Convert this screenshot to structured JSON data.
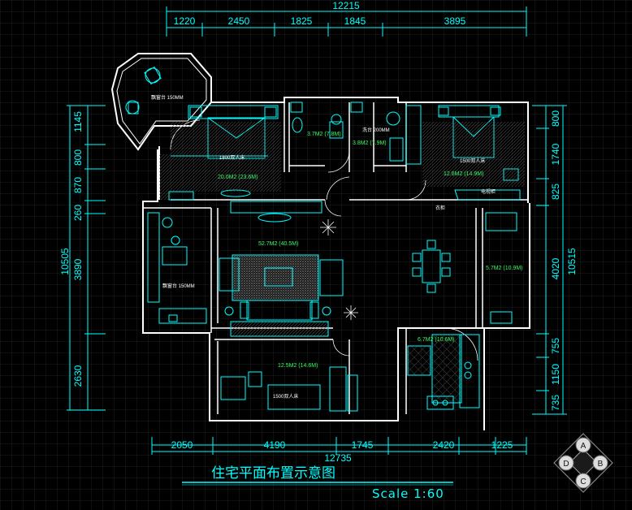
{
  "drawing": {
    "title": "住宅平面布置示意图",
    "scale": "Scale 1:60"
  },
  "dimensions": {
    "top_total": "12215",
    "top": [
      "1220",
      "2450",
      "1825",
      "1845",
      "3895"
    ],
    "bottom_total": "12735",
    "bottom": [
      "2050",
      "4190",
      "1745",
      "2420",
      "1225"
    ],
    "left_total": "10505",
    "left": [
      "1145",
      "800",
      "870",
      "260",
      "3890",
      "2630"
    ],
    "right_total": "10515",
    "right": [
      "800",
      "1740",
      "825",
      "4020",
      "755",
      "1150",
      "735"
    ]
  },
  "rooms": {
    "master_bedroom": "20.0M2 (23.6M)",
    "wc1": "3.7M2 (7.8M)",
    "wc2": "3.8M2 (7.9M)",
    "bedroom2": "12.6M2 (14.9M)",
    "living": "52.7M2 (40.5M)",
    "dining": "5.7M2 (10.9M)",
    "bedroom3": "12.5M2 (14.6M)",
    "kitchen": "6.7M2 (10.6M)"
  },
  "notes": {
    "master_bed": "1800双人床",
    "bed2": "1500双人床",
    "bed3": "1500双人床",
    "bay": "飘窗台 150MM",
    "left_bay": "飘窗台 150MM",
    "wash": "洗台 200MM",
    "wardrobe": "衣柜",
    "tv": "电视柜"
  },
  "nav_cube": {
    "top": "A",
    "right": "B",
    "bottom": "C",
    "left": "D"
  },
  "colors": {
    "background": "#000000",
    "grid": "#1c1c1c",
    "walls": "#ffffff",
    "furniture": "#00ffff",
    "room_labels": "#33ff66",
    "dimensions": "#00ffff",
    "title": "#00ffff"
  }
}
